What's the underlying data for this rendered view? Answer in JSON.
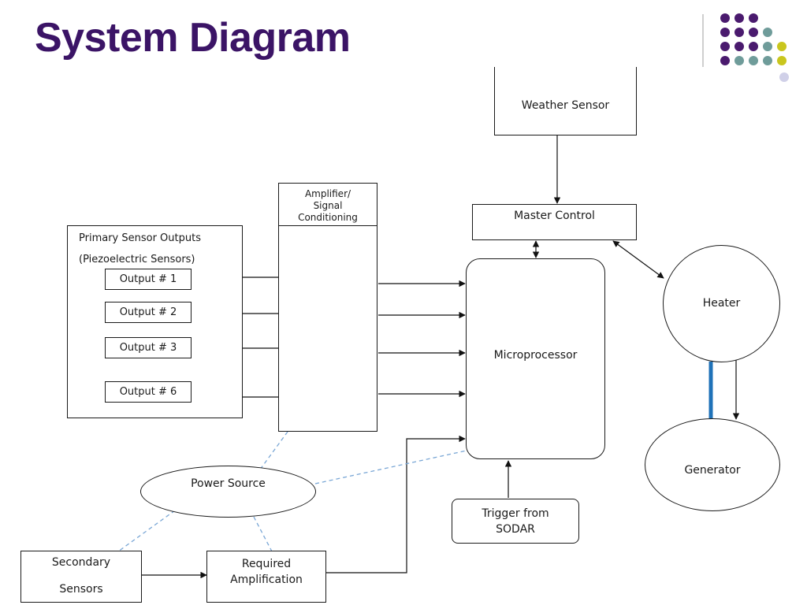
{
  "slide": {
    "title": "System Diagram"
  },
  "colors": {
    "title": "#3b1466",
    "logo_purple": "#4a1a6e",
    "logo_teal": "#6f9c9a",
    "logo_yellow": "#c9c61e",
    "logo_lavender": "#d0d0e8",
    "generator_link": "#1f72b8",
    "dashed_power": "#7aa7d6"
  },
  "diagram": {
    "weather_sensor": "Weather Sensor",
    "master_control": "Master Control",
    "amplifier": {
      "line1": "Amplifier/",
      "line2": "Signal",
      "line3": "Conditioning"
    },
    "primary": {
      "line1": "Primary Sensor Outputs",
      "line2": "(Piezoelectric Sensors)"
    },
    "outputs": [
      "Output # 1",
      "Output # 2",
      "Output # 3",
      "Output # 6"
    ],
    "microprocessor": "Microprocessor",
    "heater": "Heater",
    "generator": "Generator",
    "power_source": "Power Source",
    "trigger": {
      "line1": "Trigger from",
      "line2": "SODAR"
    },
    "secondary": {
      "line1": "Secondary",
      "line2": "Sensors"
    },
    "required": {
      "line1": "Required",
      "line2": "Amplification"
    }
  }
}
